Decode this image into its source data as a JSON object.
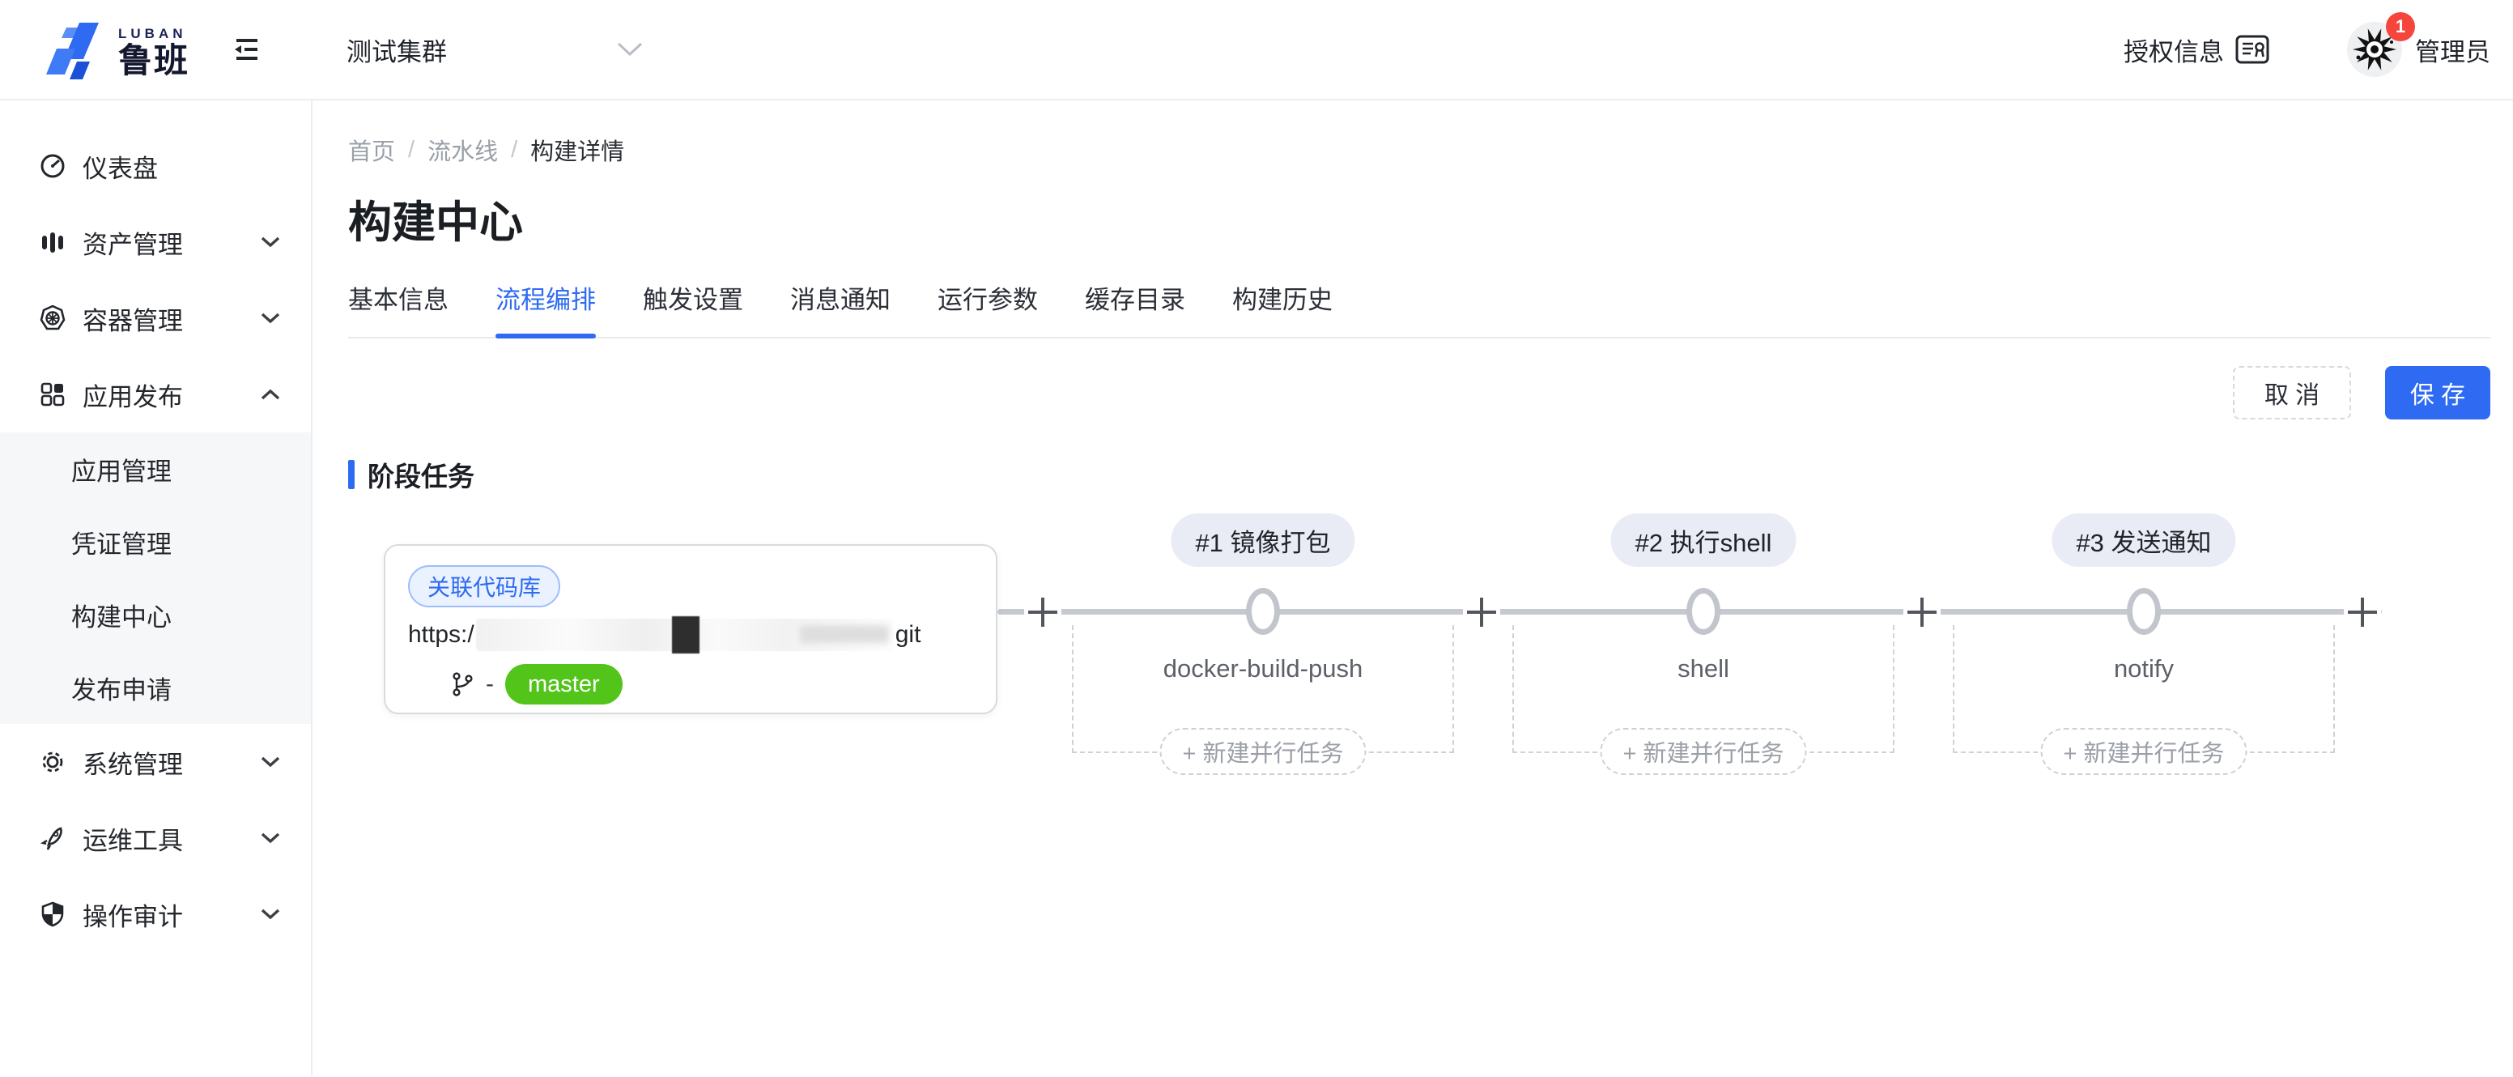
{
  "topbar": {
    "logo": {
      "sub": "LUBAN",
      "text": "鲁班"
    },
    "cluster": {
      "label": "测试集群"
    },
    "license_label": "授权信息",
    "user": {
      "name": "管理员",
      "badge_count": "1"
    }
  },
  "sidebar": {
    "items": [
      {
        "label": "仪表盘",
        "icon": "dashboard-gauge-icon"
      },
      {
        "label": "资产管理",
        "icon": "servers-icon",
        "chevron": "down"
      },
      {
        "label": "容器管理",
        "icon": "kubernetes-icon",
        "chevron": "down"
      },
      {
        "label": "应用发布",
        "icon": "app-grid-icon",
        "chevron": "up",
        "expanded": true,
        "children": [
          {
            "label": "应用管理"
          },
          {
            "label": "凭证管理"
          },
          {
            "label": "构建中心"
          },
          {
            "label": "发布申请"
          }
        ]
      },
      {
        "label": "系统管理",
        "icon": "gear-icon",
        "chevron": "down"
      },
      {
        "label": "运维工具",
        "icon": "rocket-icon",
        "chevron": "down"
      },
      {
        "label": "操作审计",
        "icon": "shield-icon",
        "chevron": "down"
      }
    ]
  },
  "breadcrumb": {
    "separator": "/",
    "items": [
      {
        "label": "首页"
      },
      {
        "label": "流水线"
      },
      {
        "label": "构建详情"
      }
    ]
  },
  "page": {
    "title": "构建中心"
  },
  "tabs": [
    {
      "label": "基本信息"
    },
    {
      "label": "流程编排",
      "active": true
    },
    {
      "label": "触发设置"
    },
    {
      "label": "消息通知"
    },
    {
      "label": "运行参数"
    },
    {
      "label": "缓存目录"
    },
    {
      "label": "构建历史"
    }
  ],
  "toolbar": {
    "cancel_label": "取 消",
    "save_label": "保 存"
  },
  "section": {
    "title": "阶段任务"
  },
  "repo_card": {
    "tag": "关联代码库",
    "url_prefix": "https:/",
    "url_redacted": true,
    "url_suffix": "git",
    "branch_separator": "-",
    "branch": "master"
  },
  "pipeline": {
    "add_stage_icon": "+",
    "add_parallel_label": "+ 新建并行任务",
    "stages": [
      {
        "badge": "#1 镜像打包",
        "task": "docker-build-push"
      },
      {
        "badge": "#2 执行shell",
        "task": "shell"
      },
      {
        "badge": "#3 发送通知",
        "task": "notify"
      }
    ]
  },
  "colors": {
    "accent_blue": "#2e6bf2",
    "branch_green": "#52c41a",
    "badge_red": "#f5453d",
    "line_gray": "#c6c9cf",
    "stage_badge_bg": "#e9ecf4",
    "submenu_bg": "#f6f7f8"
  }
}
